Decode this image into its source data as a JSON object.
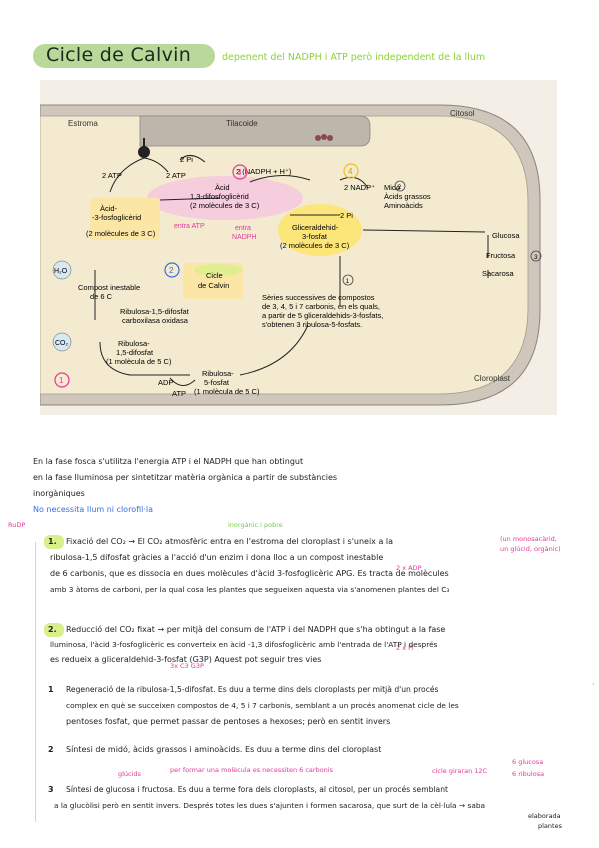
{
  "header": {
    "title": "Cicle de Calvin",
    "subtitle": "depenent del NADPH i ATP però independent de la llum"
  },
  "diagram": {
    "labels": {
      "estroma": "Estroma",
      "tilacoide": "Tilacoide",
      "citosol": "Citosol",
      "cloroplast": "Cloroplast",
      "two_pi": "2 Pi",
      "two_atp_a": "2 ATP",
      "two_atp_b": "2 ATP",
      "two_nadph": "2 (NADPH + H⁺)",
      "two_nadp": "2 NADP⁺",
      "two_pi_b": "2 Pi",
      "acid_bpg_1": "Àcid",
      "acid_bpg_2": "1,3-difosfoglicèrid",
      "acid_bpg_3": "(2 molècules de 3 C)",
      "acid_3pg_1": "Àcid-",
      "acid_3pg_2": "-3-fosfoglicèrid",
      "acid_3pg_3": "(2 molècules de 3 C)",
      "gald_1": "Gliceraldehid-",
      "gald_2": "3-fosfat",
      "gald_3": "(2 molècules de 3 C)",
      "mido_1": "Midó",
      "mido_2": "Àcids grassos",
      "mido_3": "Aminoàcids",
      "glucosa": "Glucosa",
      "fructosa": "Fructosa",
      "sacarosa": "Sacarosa",
      "h2o": "H₂O",
      "co2": "CO₂",
      "inestable_1": "Compost inestable",
      "inestable_2": "de 6 C",
      "rubisco_1": "Ribulosa-1,5-difosfat",
      "rubisco_2": "carboxilasa oxidasa",
      "ribdif_1": "Ribulosa-",
      "ribdif_2": "1,5-difosfat",
      "ribdif_3": "(1 molècula de 5 C)",
      "rib5_1": "Ribulosa-",
      "rib5_2": "5-fosfat",
      "rib5_3": "(1 molècula de 5 C)",
      "adp": "ADP",
      "atp": "ATP",
      "cicle_1": "Cicle",
      "cicle_2": "de Calvin",
      "series_1": "Sèries successives de compostos",
      "series_2": "de 3, 4, 5 i 7 carbonis, en els quals,",
      "series_3": "a partir de 5 gliceraldehids-3-fosfats,",
      "series_4": "s'obtenen 3 ribulosa-5-fosfats.",
      "entra_atp": "entra ATP",
      "entra_nadph_1": "entra",
      "entra_nadph_2": "NADPH",
      "step_1": "1",
      "step_2": "2",
      "step_3": "3",
      "step_4": "4",
      "circ_1": "1",
      "circ_2": "2",
      "circ_3": "3"
    },
    "colors": {
      "background": "#f4efe6",
      "chloroplast_fill": "#c9c1b6",
      "stroma_fill": "#efe6c8",
      "yellow_box": "#fbe6a6",
      "pink_highlight": "#f5c6e0",
      "green_highlight": "#d8f08a",
      "yellow_highlight": "#ffe45c"
    }
  },
  "intro": {
    "line1": "En la fase fosca s'utilitza l'energia ATP i el NADPH que han obtingut",
    "line2": "en la fase lluminosa per sintetitzar matèria orgànica a partir de substàncies",
    "line3": "inorgàniques",
    "line4": "No necessita llum ni clorofil·la"
  },
  "side_notes": {
    "rudp": "RuDP",
    "inorganic": "inorgànic i pobre",
    "monosacarid_1": "(un monosacàrid,",
    "monosacarid_2": "un glúcid, orgànic)",
    "atp_small": "2 x ADP",
    "adp_small": "2 x Pi",
    "dot": "·"
  },
  "sections": [
    {
      "num": "1.",
      "l1": "Fixació del CO₂ → El CO₂ atmosfèric entra en l'estroma del cloroplast i s'uneix a la",
      "l2": "ribulosa-1,5 difosfat gràcies a l'acció d'un enzim i dona lloc a un compost inestable",
      "l3": "de 6 carbonis, que es dissocia en dues molècules d'àcid 3-fosfoglicèric APG. Es tracta de molècules",
      "l4": "amb 3 àtoms de carboni, per la qual cosa les plantes que segueixen aquesta via s'anomenen plantes del C₃"
    },
    {
      "num": "2.",
      "l1": "Reducció del CO₂ fixat → per mitjà del consum de l'ATP i del NADPH que s'ha obtingut a la fase",
      "l2": "lluminosa, l'àcid 3-fosfoglicèric es converteix en àcid -1,3 difosfoglicèric amb l'entrada de l'ATP i després",
      "l3": "es redueix a gliceraldehid-3-fosfat (G3P) Aquest pot seguir tres vies",
      "note": "3x C3   G3P"
    },
    {
      "num": "1",
      "l1": "Regeneració de la ribulosa-1,5-difosfat. Es duu a terme dins dels cloroplasts per mitjà d'un procés",
      "l2": "complex en què se succeixen compostos de 4, 5 i 7 carbonis, semblant a un procés anomenat cicle de les",
      "l3": "pentoses fosfat, que permet passar de pentoses a hexoses; però en sentit invers"
    },
    {
      "num": "2",
      "l1": "Síntesi de midó, àcids grassos i aminoàcids. Es duu a terme dins del cloroplast"
    },
    {
      "num": "3",
      "pre": "glúcids",
      "pre2": "per formar una molècula es necessiten 6 carbonis",
      "cicle": "cicle giraran 12C",
      "glu6": "6 glucosa",
      "rib6": "6 ribulosa",
      "l1": "Síntesi de glucosa i fructosa. Es duu a terme fora dels cloroplasts, al citosol, per un procés semblant",
      "l2": "a la glucòlisi però en sentit invers. Després totes les dues s'ajunten i formen sacarosa, que surt de la cèl·lula → saba",
      "l3a": "elaborada",
      "l3b": "plantes"
    }
  ]
}
